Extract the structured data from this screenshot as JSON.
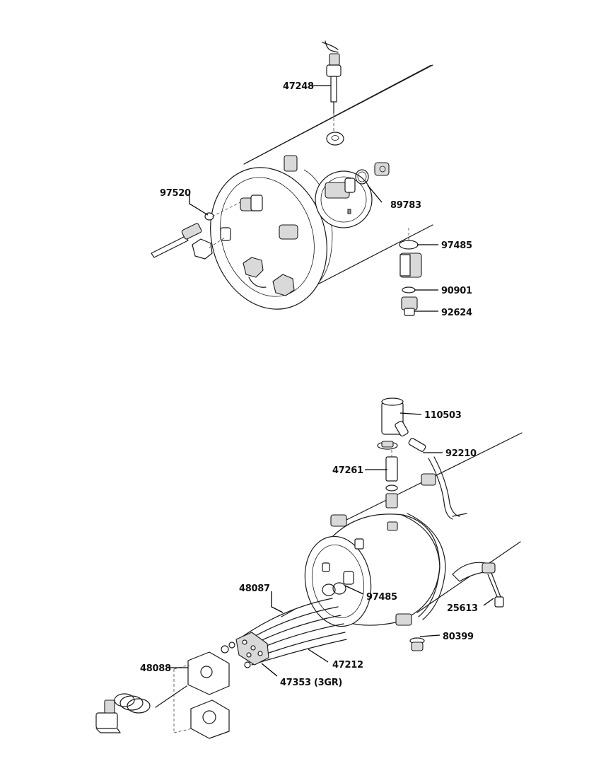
{
  "diagram": {
    "top_assembly": {
      "part_labels": [
        {
          "id": "p47248",
          "number": "47248"
        },
        {
          "id": "p97520",
          "number": "97520"
        },
        {
          "id": "p89783",
          "number": "89783"
        },
        {
          "id": "p97485a",
          "number": "97485"
        },
        {
          "id": "p90901",
          "number": "90901"
        },
        {
          "id": "p92624",
          "number": "92624"
        }
      ]
    },
    "bottom_assembly": {
      "part_labels": [
        {
          "id": "p110503",
          "number": "110503"
        },
        {
          "id": "p92210",
          "number": "92210"
        },
        {
          "id": "p47261",
          "number": "47261"
        },
        {
          "id": "p48087",
          "number": "48087"
        },
        {
          "id": "p97485b",
          "number": "97485"
        },
        {
          "id": "p25613",
          "number": "25613"
        },
        {
          "id": "p80399",
          "number": "80399"
        },
        {
          "id": "p47212",
          "number": "47212"
        },
        {
          "id": "p48088",
          "number": "48088"
        },
        {
          "id": "p47353",
          "number": "47353 (3GR)"
        }
      ]
    }
  }
}
